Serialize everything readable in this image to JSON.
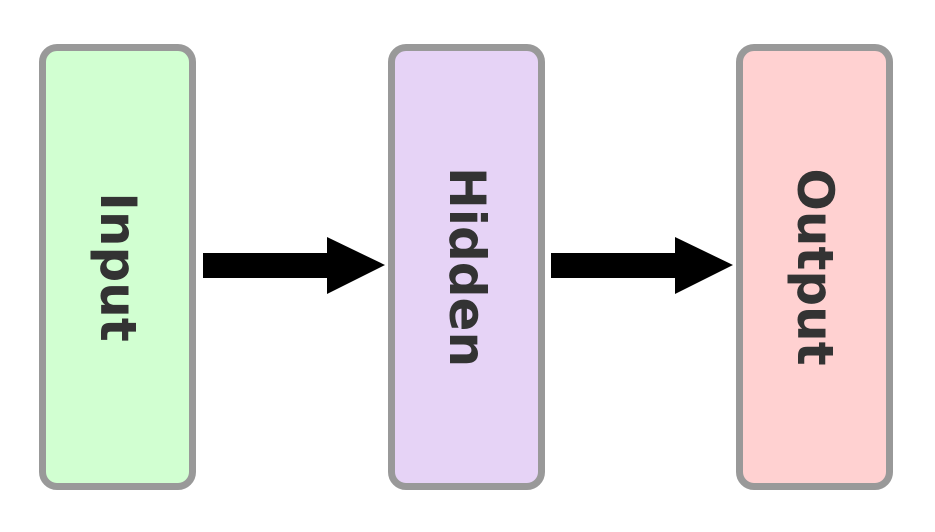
{
  "diagram": {
    "nodes": [
      {
        "id": "input",
        "label": "Input",
        "fill": "#d1ffd1"
      },
      {
        "id": "hidden",
        "label": "Hidden",
        "fill": "#e6d3f6"
      },
      {
        "id": "output",
        "label": "Output",
        "fill": "#ffd1d1"
      }
    ],
    "edges": [
      {
        "from": "input",
        "to": "hidden"
      },
      {
        "from": "hidden",
        "to": "output"
      }
    ],
    "colors": {
      "box_border": "#999999",
      "arrow": "#000000",
      "label_text": "#333333"
    }
  }
}
